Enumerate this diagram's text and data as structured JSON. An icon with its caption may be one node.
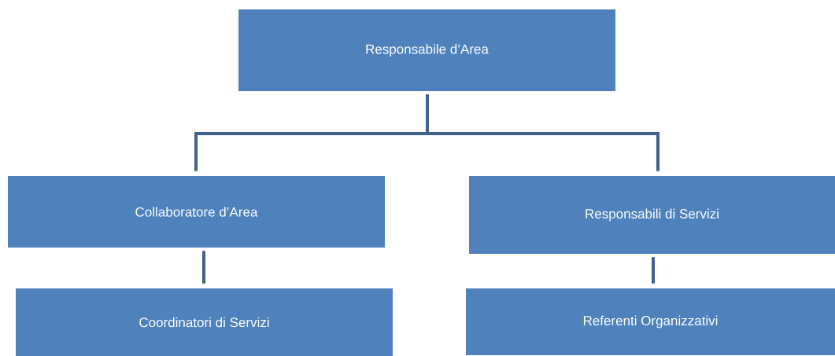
{
  "diagram": {
    "nodes": [
      {
        "text": [
          "Responsabile d’Area"
        ]
      },
      {
        "text": [
          "Collaboratore d’Area"
        ]
      },
      {
        "text": [
          "Responsabili di Servizi"
        ]
      },
      {
        "text": [
          "Coordinatori di Servizi"
        ]
      },
      {
        "text": [
          "Referenti Organizzativi"
        ]
      }
    ],
    "edges": [
      {
        "from": 0,
        "to": 1,
        "arrow": "none"
      },
      {
        "from": 0,
        "to": 2,
        "arrow": "none"
      },
      {
        "from": 1,
        "to": 3,
        "arrow": "none"
      },
      {
        "from": 2,
        "to": 4,
        "arrow": "none"
      }
    ]
  }
}
